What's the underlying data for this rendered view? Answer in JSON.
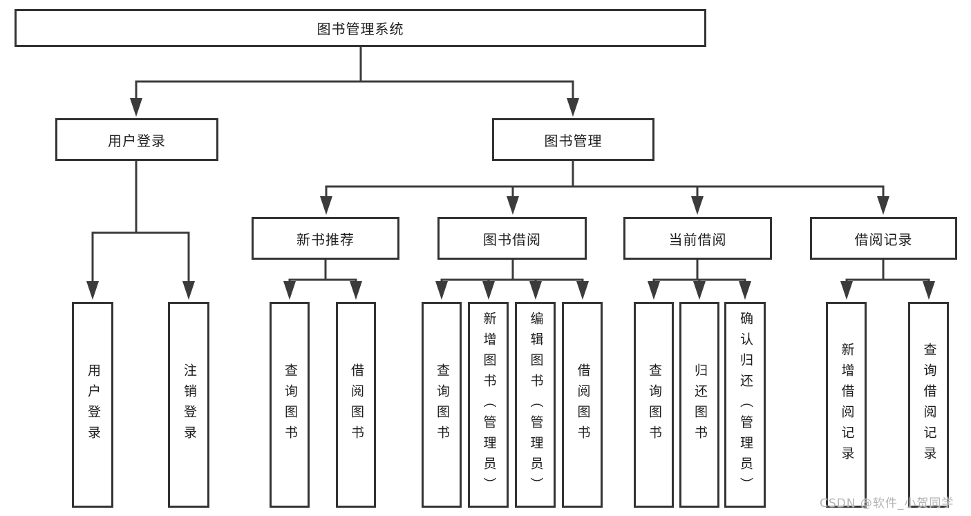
{
  "tree": {
    "label": "图书管理系统",
    "children": [
      {
        "label": "用户登录",
        "children": [
          {
            "label": "用户登录"
          },
          {
            "label": "注销登录"
          }
        ]
      },
      {
        "label": "图书管理",
        "children": [
          {
            "label": "新书推荐",
            "children": [
              {
                "label": "查询图书"
              },
              {
                "label": "借阅图书"
              }
            ]
          },
          {
            "label": "图书借阅",
            "children": [
              {
                "label": "查询图书"
              },
              {
                "label": "新增图书（管理员）"
              },
              {
                "label": "编辑图书（管理员）"
              },
              {
                "label": "借阅图书"
              }
            ]
          },
          {
            "label": "当前借阅",
            "children": [
              {
                "label": "查询图书"
              },
              {
                "label": "归还图书"
              },
              {
                "label": "确认归还（管理员）"
              }
            ]
          },
          {
            "label": "借阅记录",
            "children": [
              {
                "label": "新增借阅记录"
              },
              {
                "label": "查询借阅记录"
              }
            ]
          }
        ]
      }
    ]
  },
  "watermark": {
    "text": "CSDN @软件_小贺同学"
  },
  "colors": {
    "line": "#3b3b3b",
    "box_border": "#333333",
    "text": "#1d1d1d",
    "background": "#ffffff",
    "watermark": "#b5b5b5"
  }
}
